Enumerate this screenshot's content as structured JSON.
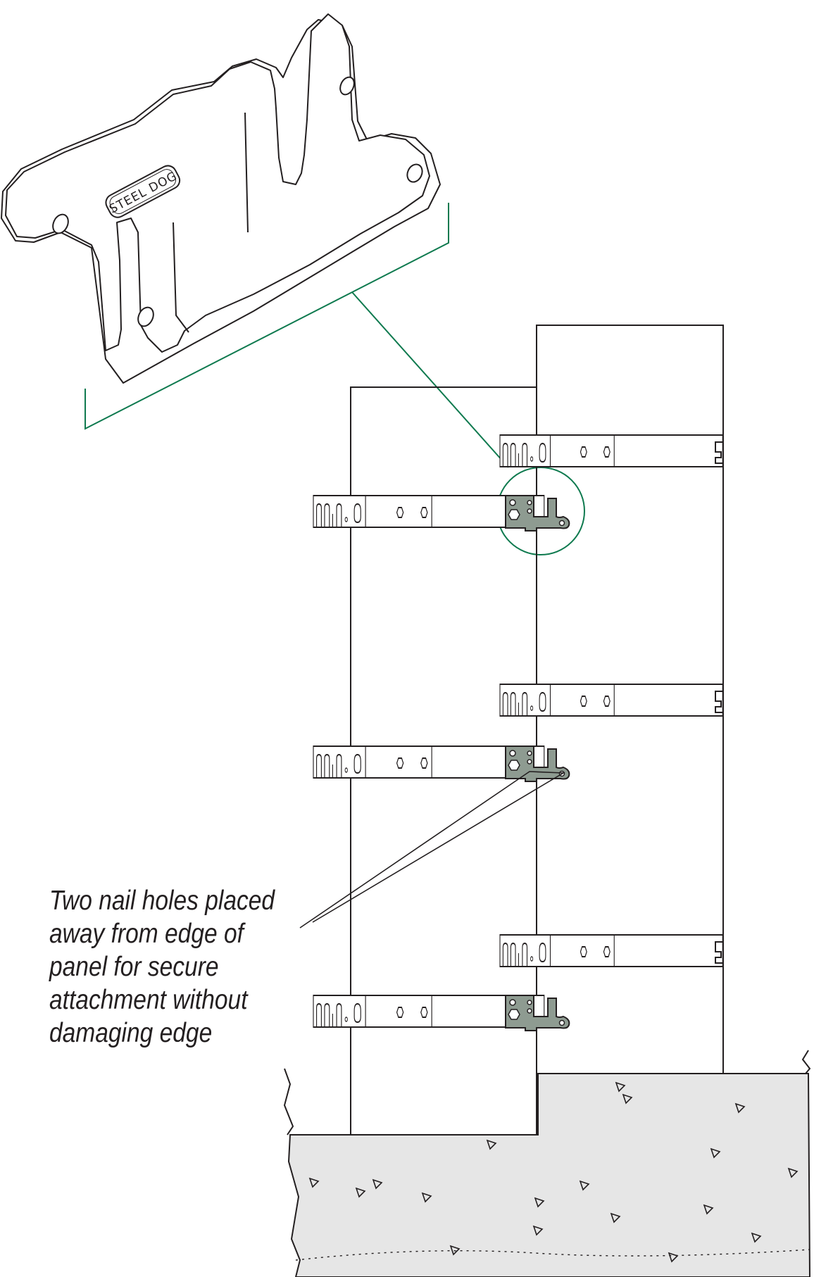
{
  "colors": {
    "line": "#231f20",
    "accent": "#0f7a4f",
    "plate_fill": "#8e9b91",
    "concrete_fill": "#e6e6e6"
  },
  "logo": {
    "text": "STEEL DOG"
  },
  "callout": {
    "lines": [
      "Two nail holes placed",
      "away from edge of",
      "panel for secure",
      "attachment without",
      "damaging edge"
    ]
  },
  "icons": [
    "connector-plate-icon",
    "hex-bolt-icon",
    "nail-hole-icon",
    "concrete-aggregate-icon"
  ]
}
